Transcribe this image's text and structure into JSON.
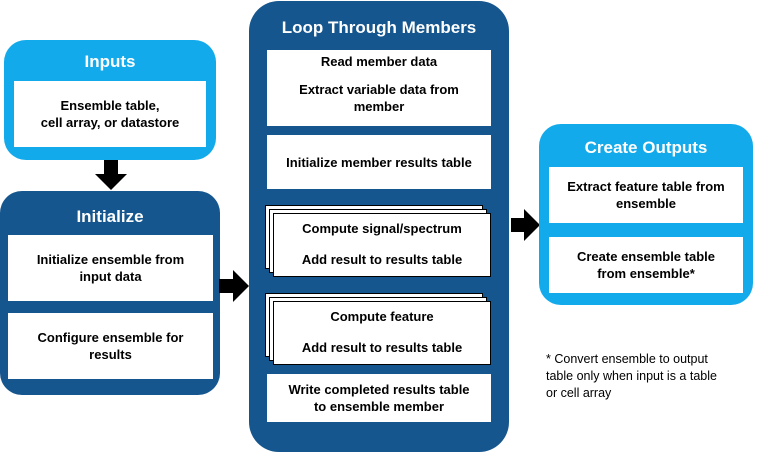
{
  "colors": {
    "light_panel": "#12aaeb",
    "dark_panel": "#16568e",
    "box": "#ffffff",
    "arrow": "#000000"
  },
  "inputs": {
    "title": "Inputs",
    "box": "Ensemble table,\ncell array, or datastore"
  },
  "initialize": {
    "title": "Initialize",
    "box1": "Initialize ensemble from\ninput data",
    "box2": "Configure ensemble for\nresults"
  },
  "loop": {
    "title": "Loop Through Members",
    "read": "Read member data",
    "extract": "Extract variable data from\nmember",
    "init_table": "Initialize member results table",
    "signal_compute": "Compute signal/spectrum",
    "signal_add": "Add result to results table",
    "feature_compute": "Compute feature",
    "feature_add": "Add result to results table",
    "write": "Write completed results table\nto ensemble member"
  },
  "outputs": {
    "title": "Create Outputs",
    "box1": "Extract feature table from\nensemble",
    "box2": "Create ensemble table\nfrom ensemble*"
  },
  "footnote": "* Convert ensemble to output\ntable only when input is a table\nor cell array",
  "icons": {
    "down_arrow": "arrow-down-icon",
    "right_arrow": "arrow-right-icon"
  }
}
